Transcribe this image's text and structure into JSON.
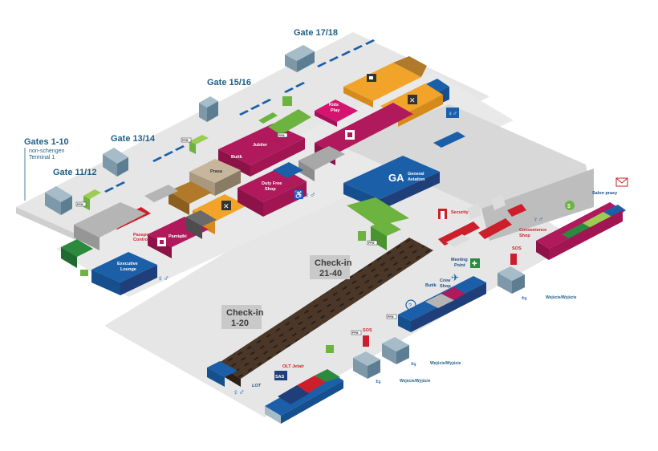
{
  "gates": {
    "g1": {
      "title": "Gates 1-10",
      "sub1": "non-schengen",
      "sub2": "Terminal 1"
    },
    "g11": "Gate 11/12",
    "g13": "Gate 13/14",
    "g15": "Gate 15/16",
    "g17": "Gate 17/18"
  },
  "shops": {
    "butik_top": "Butik",
    "jubiler": "Jubiler",
    "prasa": "Prasa",
    "kids1": "Kids",
    "kids2": "Play",
    "duty1": "Duty Free",
    "duty2": "Shop",
    "pamiatki": "Pamiątki",
    "passport1": "Passport",
    "passport2": "Control",
    "exec1": "Executive",
    "exec2": "Lounge",
    "ga": "GA",
    "ga_sub1": "General",
    "ga_sub2": "Aviation",
    "security": "Security",
    "conv1": "Convenience",
    "conv2": "Shop",
    "salon": "Salon prasy",
    "meeting1": "Meeting",
    "meeting2": "Point",
    "crew1": "Crew",
    "crew2": "Shop",
    "butik_bottom": "Butik",
    "sos": "SOS",
    "pfm": "PFM"
  },
  "checkin": {
    "a1": "Check-in",
    "a2": "21-40",
    "b1": "Check-in",
    "b2": "1-20"
  },
  "exits": {
    "e1": "Wejście/Wyjście",
    "e2": "Wejście/Wyjście",
    "e3": "Wejście/Wyjście"
  },
  "airlines": {
    "olt": "OLT Jetair",
    "sas": "SAS",
    "lot": "LOT"
  },
  "colors": {
    "magenta": "#b0195b",
    "orange": "#f2a42a",
    "blue": "#1b5fa8",
    "navy": "#1f3f7a",
    "green": "#6cb33f",
    "red": "#cc1f2b",
    "gray_floor": "#e3e3e3",
    "belt": "#4a3728"
  },
  "icons": [
    "toilet-icon",
    "cafe-icon",
    "restaurant-icon",
    "shopping-icon",
    "stairs-icon",
    "escalator-icon",
    "atm-icon",
    "exchange-icon",
    "mail-icon",
    "information-icon",
    "airport-icon",
    "wheelchair-icon",
    "smoking-icon",
    "lift-icon",
    "arrow-icon"
  ]
}
